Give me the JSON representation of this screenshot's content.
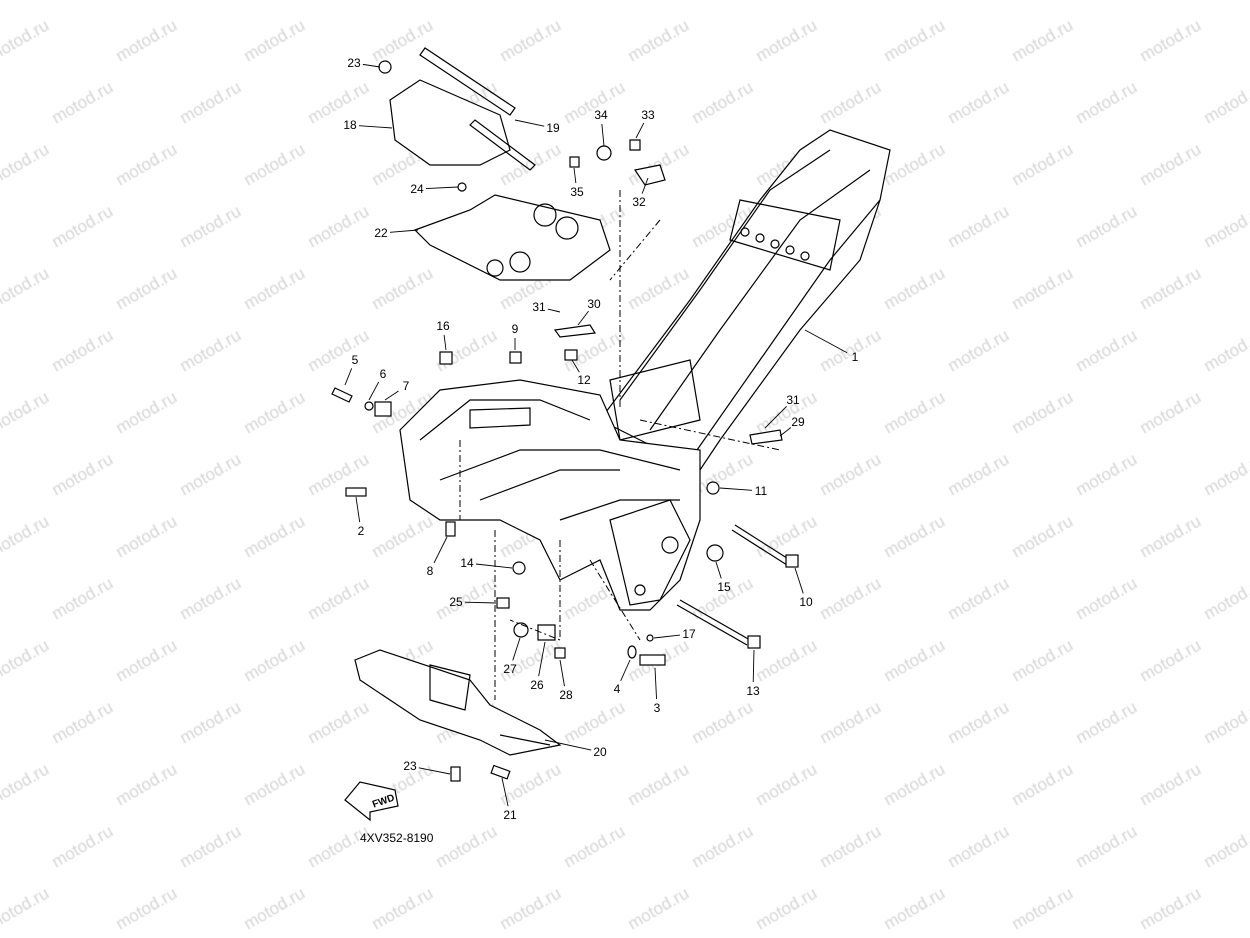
{
  "watermark": "motod.ru",
  "part_code": "4XV352-8190",
  "fwd_label": "FWD",
  "labels": [
    "23",
    "18",
    "19",
    "34",
    "33",
    "35",
    "32",
    "24",
    "22",
    "31",
    "30",
    "16",
    "9",
    "5",
    "6",
    "7",
    "12",
    "1",
    "31",
    "29",
    "11",
    "2",
    "8",
    "14",
    "15",
    "10",
    "25",
    "17",
    "27",
    "26",
    "28",
    "4",
    "3",
    "13",
    "20",
    "23",
    "21"
  ]
}
